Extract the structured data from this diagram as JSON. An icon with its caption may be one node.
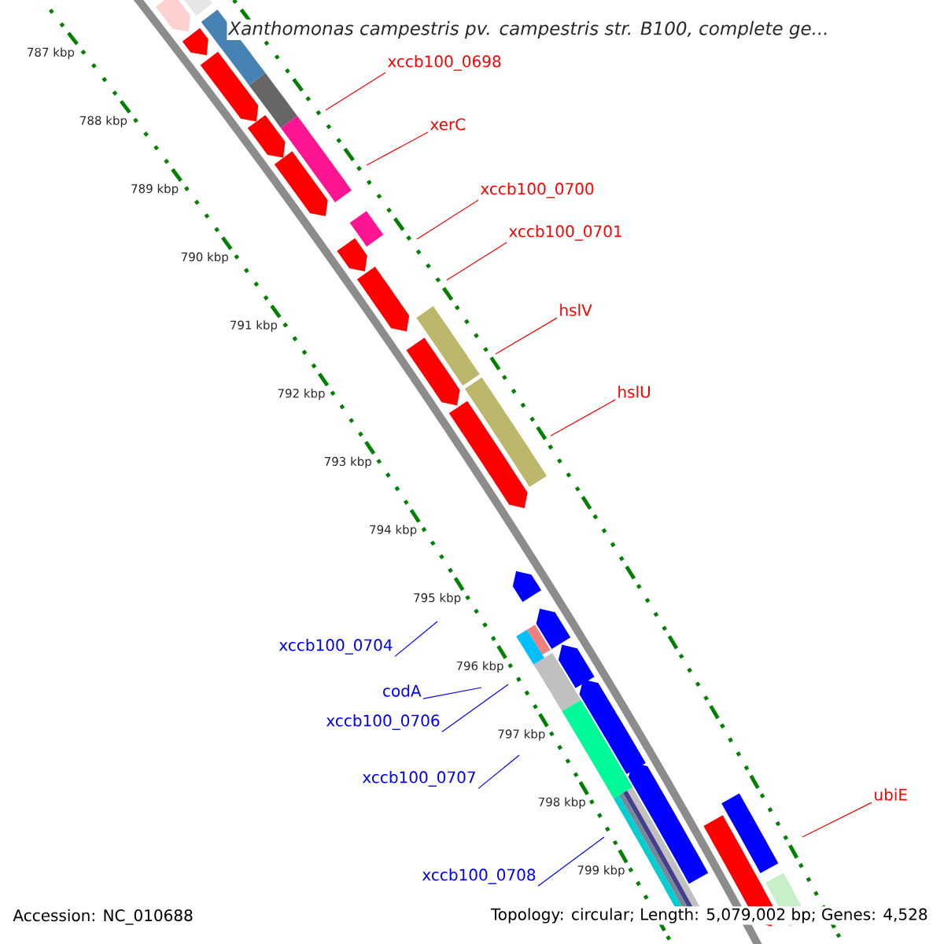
{
  "diagram": {
    "title": "Xanthomonas campestris pv. campestris str. B100, complete ge...",
    "nodes": [
      {
        "text": [
          "xccb100_0698"
        ]
      },
      {
        "text": [
          "xerC"
        ]
      },
      {
        "text": [
          "xccb100_0700"
        ]
      },
      {
        "text": [
          "xccb100_0701"
        ]
      },
      {
        "text": [
          "hslV"
        ]
      },
      {
        "text": [
          "hslU"
        ]
      },
      {
        "text": [
          "xccb100_0704"
        ]
      },
      {
        "text": [
          "codA"
        ]
      },
      {
        "text": [
          "xccb100_0706"
        ]
      },
      {
        "text": [
          "xccb100_0707"
        ]
      },
      {
        "text": [
          "ubiE"
        ]
      },
      {
        "text": [
          "xccb100_0708"
        ]
      }
    ],
    "edges": [
      {
        "from": 0,
        "to": null,
        "arrow": "none"
      },
      {
        "from": 1,
        "to": null,
        "arrow": "none"
      },
      {
        "from": 2,
        "to": null,
        "arrow": "none"
      },
      {
        "from": 3,
        "to": null,
        "arrow": "none"
      },
      {
        "from": 4,
        "to": null,
        "arrow": "none"
      },
      {
        "from": 5,
        "to": null,
        "arrow": "none"
      },
      {
        "from": 6,
        "to": null,
        "arrow": "none",
        "color": "#0000ff"
      },
      {
        "from": 7,
        "to": null,
        "arrow": "none",
        "color": "#0000ff"
      },
      {
        "from": 8,
        "to": null,
        "arrow": "none",
        "color": "#0000ff"
      },
      {
        "from": 9,
        "to": null,
        "arrow": "none",
        "color": "#0000ff"
      },
      {
        "from": 10,
        "to": null,
        "arrow": "none"
      },
      {
        "from": 11,
        "to": null,
        "arrow": "none",
        "color": "#0000ff"
      }
    ],
    "labels": [
      "787 kbp",
      "788 kbp",
      "789 kbp",
      "790 kbp",
      "791 kbp",
      "792 kbp",
      "793 kbp",
      "794 kbp",
      "795 kbp",
      "796 kbp",
      "797 kbp",
      "798 kbp",
      "799 kbp",
      "Accession: NC_010688",
      "Topology: circular; Length: 5,079,002 bp; Genes: 4,528"
    ]
  }
}
